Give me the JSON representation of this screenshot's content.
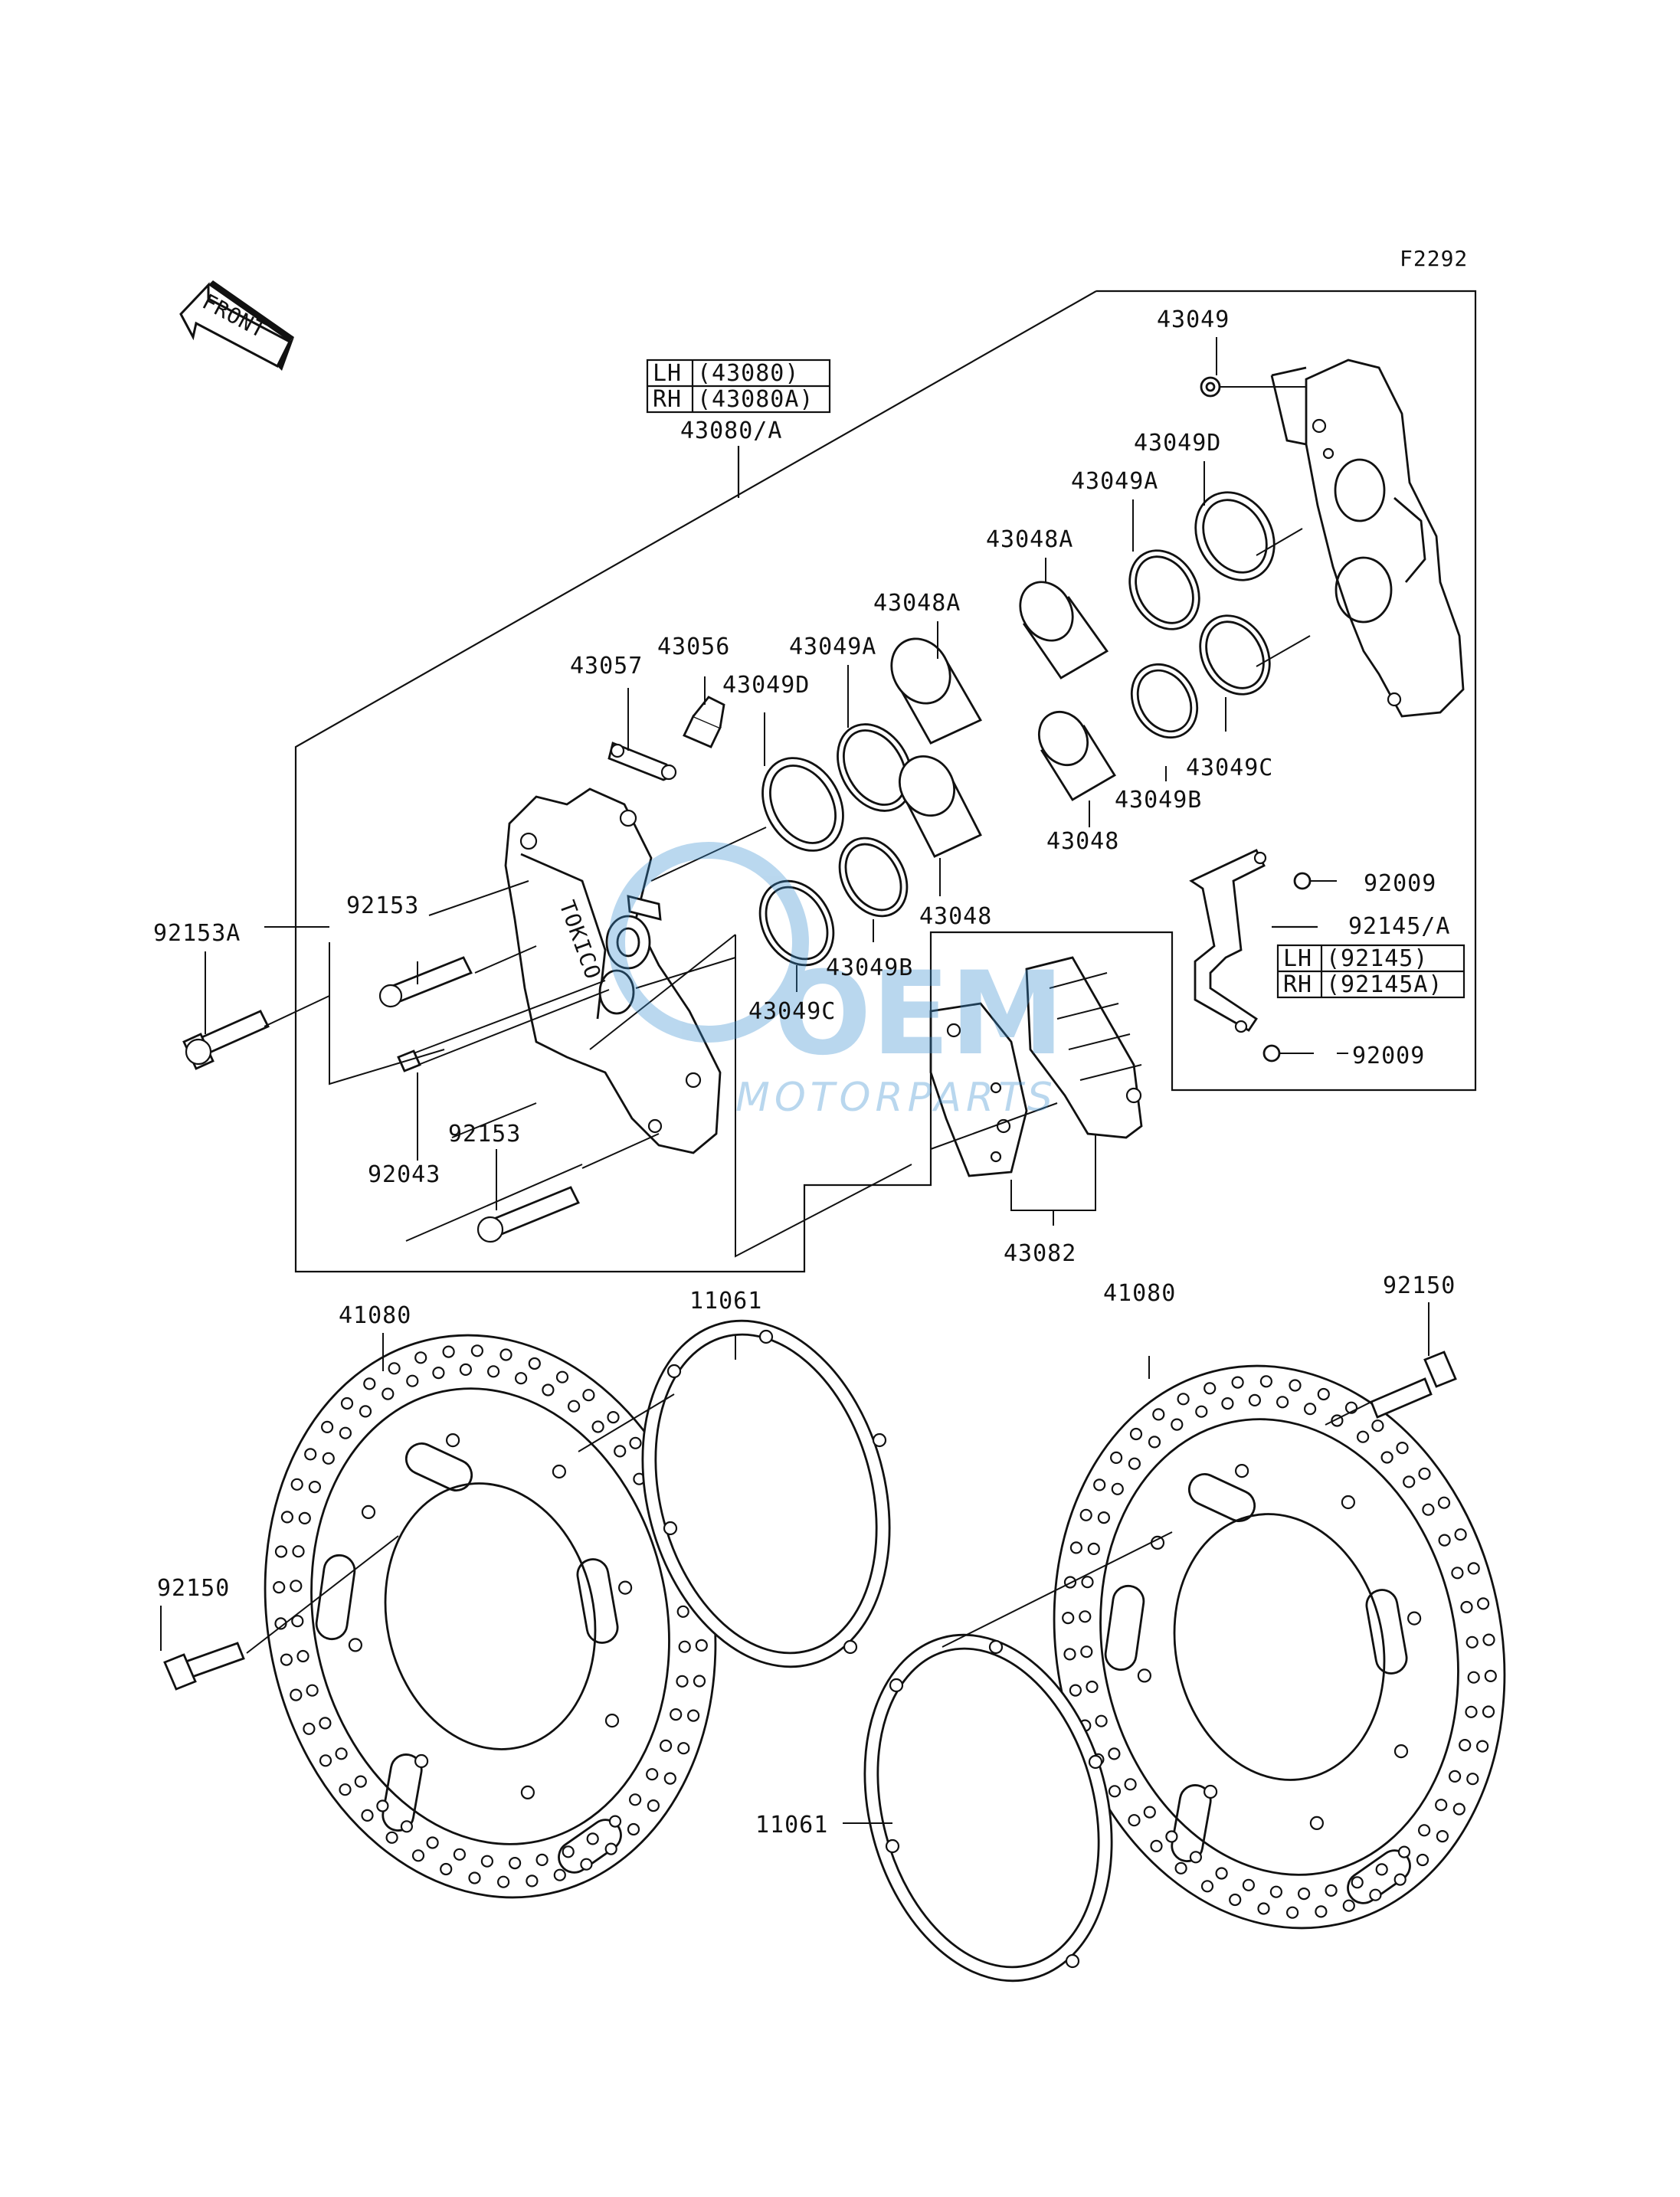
{
  "figure_code": "F2292",
  "front_arrow_label": "FRONT",
  "watermark": {
    "brand": "OEM",
    "sub": "MOTORPARTS",
    "color": "#3a8fd0"
  },
  "caliper_table": {
    "rows": [
      {
        "side": "LH",
        "part": "(43080)"
      },
      {
        "side": "RH",
        "part": "(43080A)"
      }
    ],
    "label": "43080/A"
  },
  "bracket_table": {
    "rows": [
      {
        "side": "LH",
        "part": "(92145)"
      },
      {
        "side": "RH",
        "part": "(92145A)"
      }
    ],
    "label": "92145/A"
  },
  "caliper_brand": "TOKICO",
  "parts": {
    "p43049": "43049",
    "p43049D_r": "43049D",
    "p43049A_r": "43049A",
    "p43048A_r": "43048A",
    "p43048A_m": "43048A",
    "p43056": "43056",
    "p43057": "43057",
    "p43049A_m": "43049A",
    "p43049D_m": "43049D",
    "p43049C_r": "43049C",
    "p43049B_r": "43049B",
    "p43048_r": "43048",
    "p43048_m": "43048",
    "p43049B_m": "43049B",
    "p43049C_m": "43049C",
    "p92009_top": "92009",
    "p92009_bot": "92009",
    "p92153A": "92153A",
    "p92153_top": "92153",
    "p92153_bot": "92153",
    "p92043": "92043",
    "p43082": "43082",
    "p41080_l": "41080",
    "p41080_r": "41080",
    "p11061_top": "11061",
    "p11061_bot": "11061",
    "p92150_l": "92150",
    "p92150_r": "92150"
  }
}
